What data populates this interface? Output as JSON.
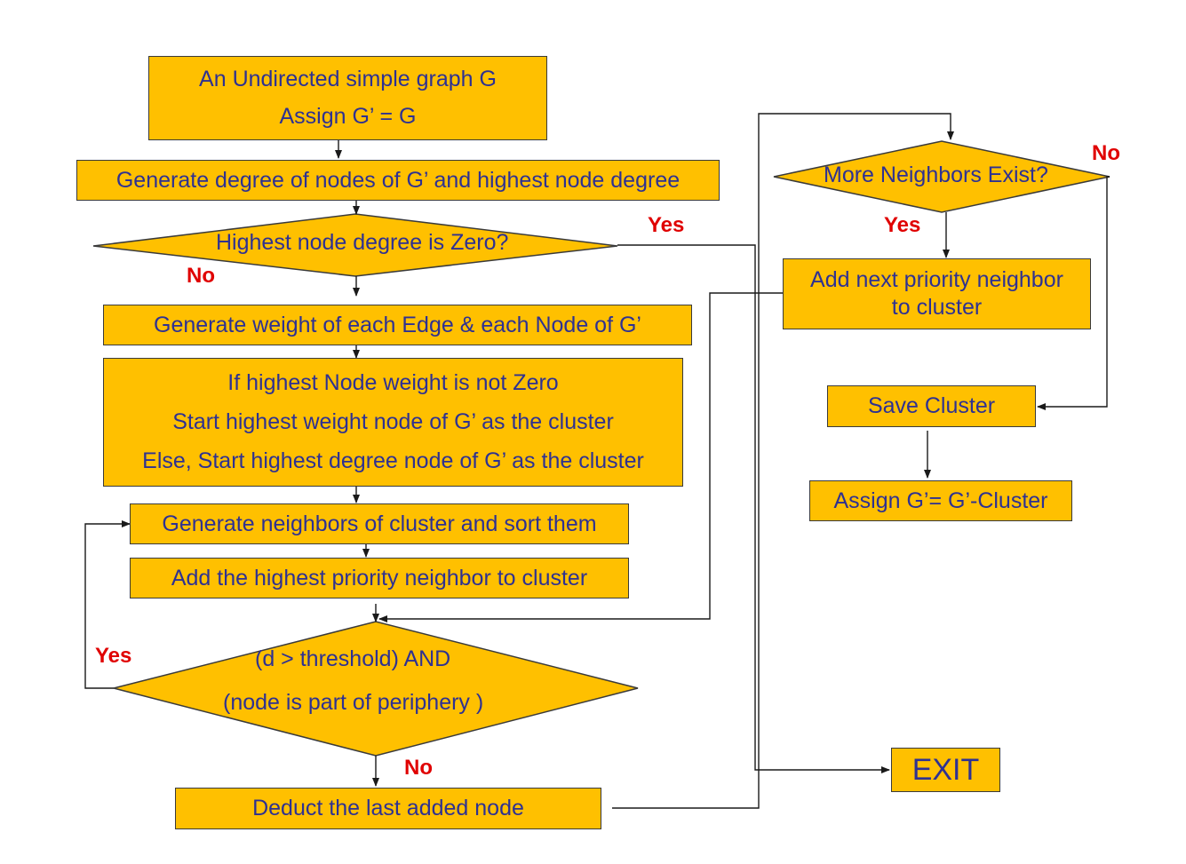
{
  "flowchart": {
    "start_box": {
      "line1": "An Undirected simple graph G",
      "line2": "Assign G’ = G"
    },
    "degree_box": "Generate degree of nodes of G’ and highest node degree",
    "zero_decision": "Highest node degree is Zero?",
    "weight_box": "Generate weight of each Edge & each Node of G’",
    "start_cluster_box": {
      "line1": "If highest  Node weight is not Zero",
      "line2": "Start highest weight node of G’ as the cluster",
      "line3": "Else, Start highest degree node of G’ as the cluster"
    },
    "neighbors_box": "Generate neighbors of cluster and sort them",
    "add_priority_box": "Add the highest priority neighbor to cluster",
    "threshold_decision": {
      "line1": "(d > threshold) AND",
      "line2": "(node is part of periphery )"
    },
    "deduct_box": "Deduct the last added node",
    "more_neighbors_decision": "More Neighbors Exist?",
    "add_next_box": {
      "line1": "Add next priority neighbor",
      "line2": "to cluster"
    },
    "save_box": "Save Cluster",
    "assign_box": "Assign G’= G’-Cluster",
    "exit_box": "EXIT"
  },
  "labels": {
    "yes_zero": "Yes",
    "no_zero": "No",
    "yes_threshold": "Yes",
    "no_threshold": "No",
    "yes_more": "Yes",
    "no_more": "No"
  },
  "colors": {
    "box_fill": "#FFC000",
    "box_text": "#2E3192",
    "branch_label": "#E00000",
    "connector": "#1a1a1a"
  }
}
